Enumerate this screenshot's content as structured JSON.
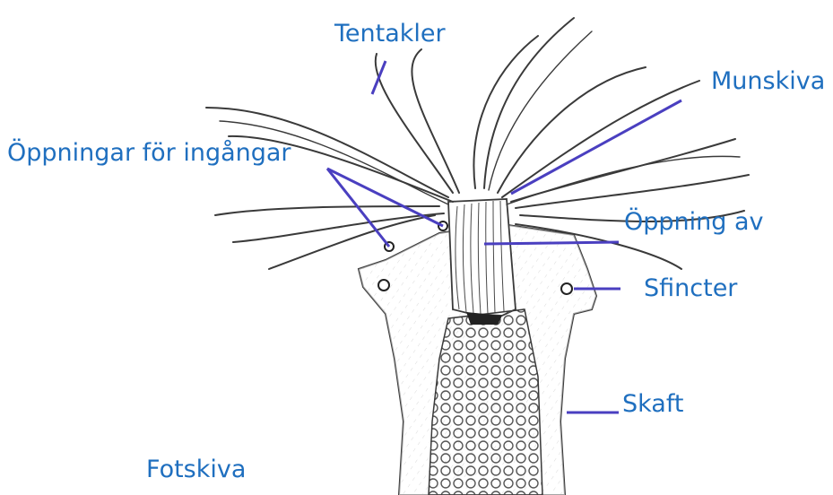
{
  "colors": {
    "label_text": "#1f6fbf",
    "leader_line": "#4a3fc0",
    "ink": "#3a3a3a",
    "background": "#ffffff"
  },
  "labels": {
    "tentakler": "Tentakler",
    "munskiva": "Munskiva",
    "oppningar": "Öppningar för ingångar",
    "oppning": "Öppning av",
    "sfincter": "Sfincter",
    "skaft": "Skaft",
    "fotskiva": "Fotskiva"
  }
}
